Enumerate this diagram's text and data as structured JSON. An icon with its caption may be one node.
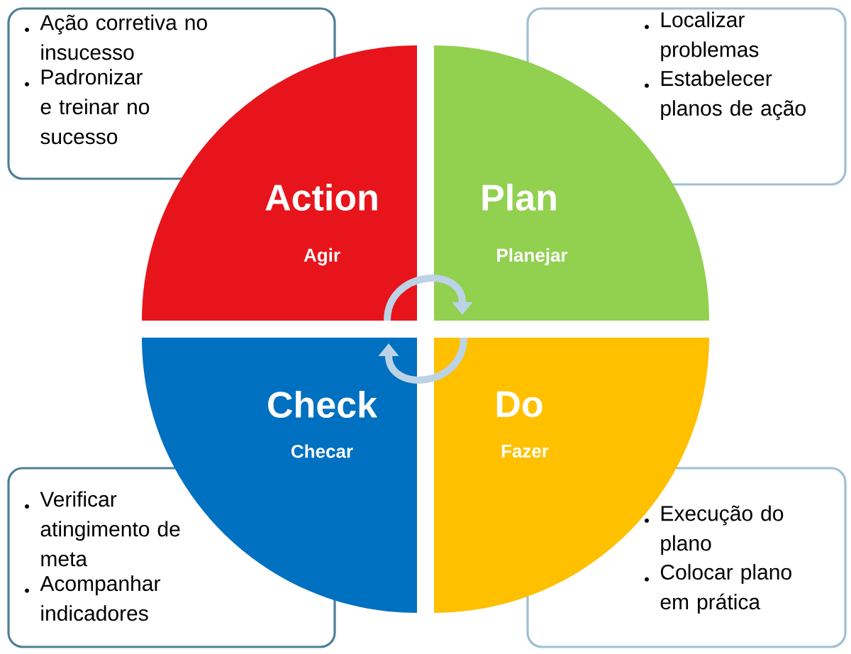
{
  "diagram": {
    "nodes": [
      {
        "text": [
          "Ação corretiva no insucesso",
          "Padronizar e treinar no sucesso"
        ]
      },
      {
        "text": [
          "Action",
          "Agir"
        ]
      },
      {
        "text": [
          "Plan",
          "Planejar"
        ]
      },
      {
        "text": [
          "Localizar problemas",
          "Estabelecer planos de ação"
        ]
      },
      {
        "text": [
          "Check",
          "Checar"
        ]
      },
      {
        "text": [
          "Do",
          "Fazer"
        ]
      },
      {
        "text": [
          "Verificar atingimento de meta",
          "Acompanhar indicadores"
        ]
      },
      {
        "text": [
          "Execução do plano",
          "Colocar plano em prática"
        ]
      }
    ],
    "edges": [
      {
        "from": 1,
        "to": 2,
        "arrow": "to"
      },
      {
        "from": 5,
        "to": 4,
        "arrow": "to"
      }
    ]
  }
}
